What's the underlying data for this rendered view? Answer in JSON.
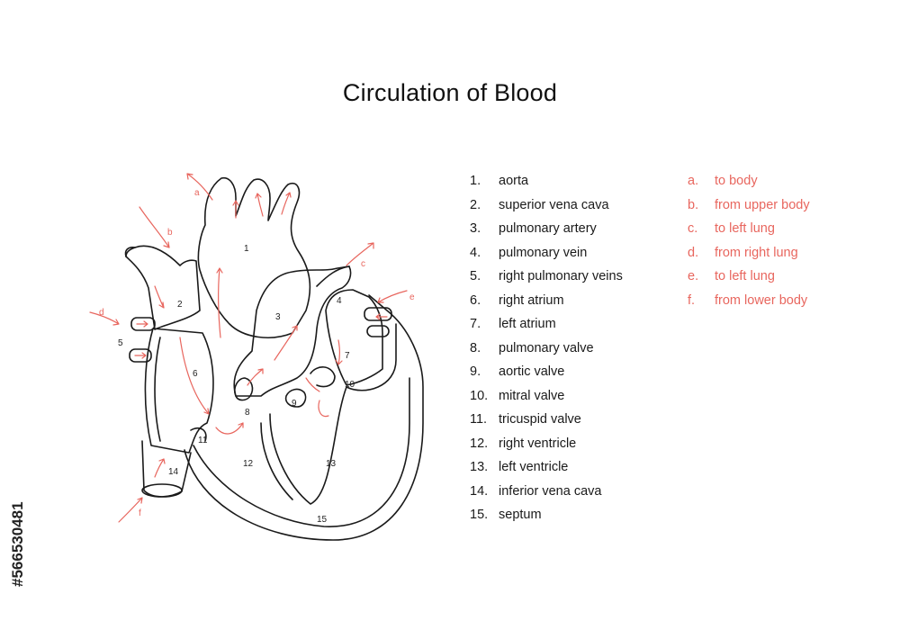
{
  "title": "Circulation of Blood",
  "parts": [
    {
      "n": "1.",
      "label": "aorta"
    },
    {
      "n": "2.",
      "label": "superior vena cava"
    },
    {
      "n": "3.",
      "label": "pulmonary artery"
    },
    {
      "n": "4.",
      "label": "pulmonary vein"
    },
    {
      "n": "5.",
      "label": "right pulmonary veins"
    },
    {
      "n": "6.",
      "label": "right atrium"
    },
    {
      "n": "7.",
      "label": "left atrium"
    },
    {
      "n": "8.",
      "label": "pulmonary valve"
    },
    {
      "n": "9.",
      "label": "aortic valve"
    },
    {
      "n": "10.",
      "label": "mitral valve"
    },
    {
      "n": "11.",
      "label": "tricuspid valve"
    },
    {
      "n": "12.",
      "label": "right ventricle"
    },
    {
      "n": "13.",
      "label": "left ventricle"
    },
    {
      "n": "14.",
      "label": "inferior vena cava"
    },
    {
      "n": "15.",
      "label": "septum"
    }
  ],
  "flows": [
    {
      "n": "a.",
      "label": "to body"
    },
    {
      "n": "b.",
      "label": "from upper body"
    },
    {
      "n": "c.",
      "label": "to left lung"
    },
    {
      "n": "d.",
      "label": "from right lung"
    },
    {
      "n": "e.",
      "label": "to left lung"
    },
    {
      "n": "f.",
      "label": "from lower body"
    }
  ],
  "diagram_labels": {
    "n1": "1",
    "n2": "2",
    "n3": "3",
    "n4": "4",
    "n5": "5",
    "n6": "6",
    "n7": "7",
    "n8": "8",
    "n9": "9",
    "n10": "10",
    "n11": "11",
    "n12": "12",
    "n13": "13",
    "n14": "14",
    "n15": "15",
    "a": "a",
    "b": "b",
    "c": "c",
    "d": "d",
    "e": "e",
    "f": "f"
  },
  "side_text": "#566530481",
  "colors": {
    "accent": "#e8665e",
    "ink": "#1a1a1a"
  }
}
